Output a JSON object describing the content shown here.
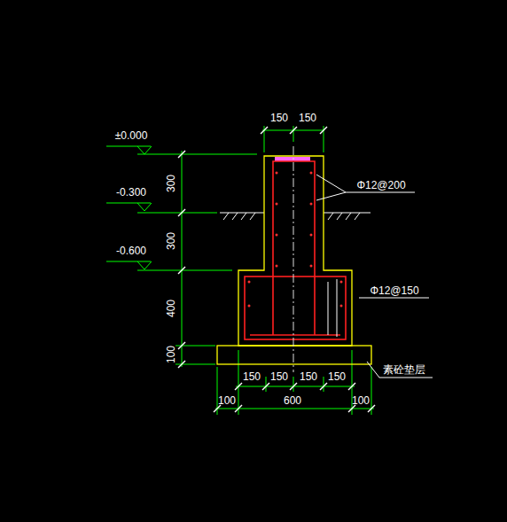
{
  "diagram": {
    "labels": [
      "150",
      "150",
      "±0.000",
      "-0.300",
      "-0.600",
      "300",
      "300",
      "400",
      "100",
      "Φ12@200",
      "Φ12@150",
      "素砼垫层",
      "150",
      "150",
      "150",
      "150",
      "100",
      "600",
      "100"
    ]
  }
}
